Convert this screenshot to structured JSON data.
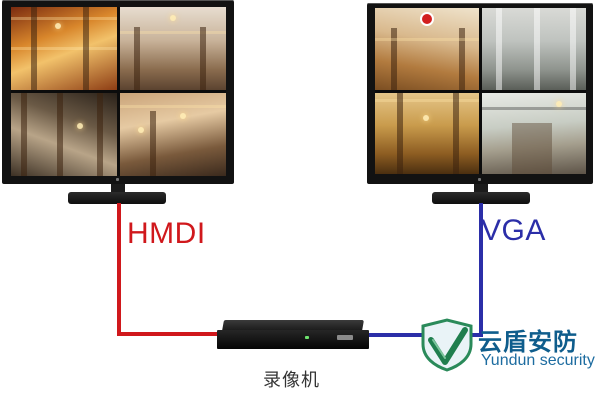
{
  "labels": {
    "hdmi": "HMDI",
    "vga": "VGA",
    "recorder": "录像机"
  },
  "watermark": {
    "cn": "云盾安防",
    "en": "Yundun security"
  },
  "colors": {
    "hdmi_cable": "#d0181c",
    "vga_cable": "#2b2ea8",
    "watermark": "#0f5d8c"
  },
  "icons": {
    "watermark_logo": "shield-check-icon"
  }
}
